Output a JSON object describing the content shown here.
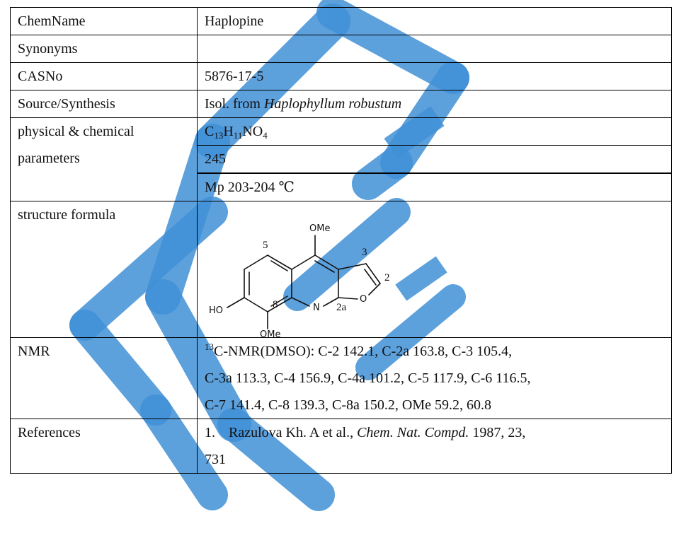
{
  "rows": {
    "chemname": {
      "label": "ChemName",
      "value": "Haplopine"
    },
    "synonyms": {
      "label": "Synonyms",
      "value": ""
    },
    "casno": {
      "label": "CASNo",
      "value": "5876-17-5"
    },
    "source": {
      "label": "Source/Synthesis",
      "prefix": "Isol. from ",
      "organism": "Haplophyllum robustum"
    },
    "params": {
      "label_line1": "physical & chemical",
      "label_line2": "parameters",
      "formula": {
        "c": "C",
        "c_n": "13",
        "h": "H",
        "h_n": "11",
        "rest": "NO",
        "o_n": "4"
      },
      "mw": "245",
      "blank": "",
      "mp": "Mp 203-204  ℃"
    },
    "structure": {
      "label": "structure formula",
      "atoms": {
        "ome_top": "OMe",
        "ome_bottom": "OMe",
        "ho": "HO",
        "n": "N",
        "o": "O",
        "pos5": "5",
        "pos3": "3",
        "pos2": "2",
        "pos8": "8",
        "pos2a": "2a"
      }
    },
    "nmr": {
      "label": "NMR",
      "iso": "13",
      "line1_rest": "C-NMR(DMSO): C-2 142.1, C-2a 163.8, C-3 105.4,",
      "line2": "C-3a 113.3, C-4 156.9, C-4a 101.2, C-5 117.9, C-6 116.5,",
      "line3": "C-7 141.4, C-8 139.3, C-8a 150.2, OMe 59.2, 60.8"
    },
    "references": {
      "label": "References",
      "num": "1.",
      "authors": "Razulova Kh. A et al., ",
      "journal": "Chem. Nat. Compd.",
      "rest": " 1987, 23,",
      "line2": "731"
    }
  },
  "colors": {
    "watermark": "#3f8fd6",
    "border": "#000000"
  }
}
